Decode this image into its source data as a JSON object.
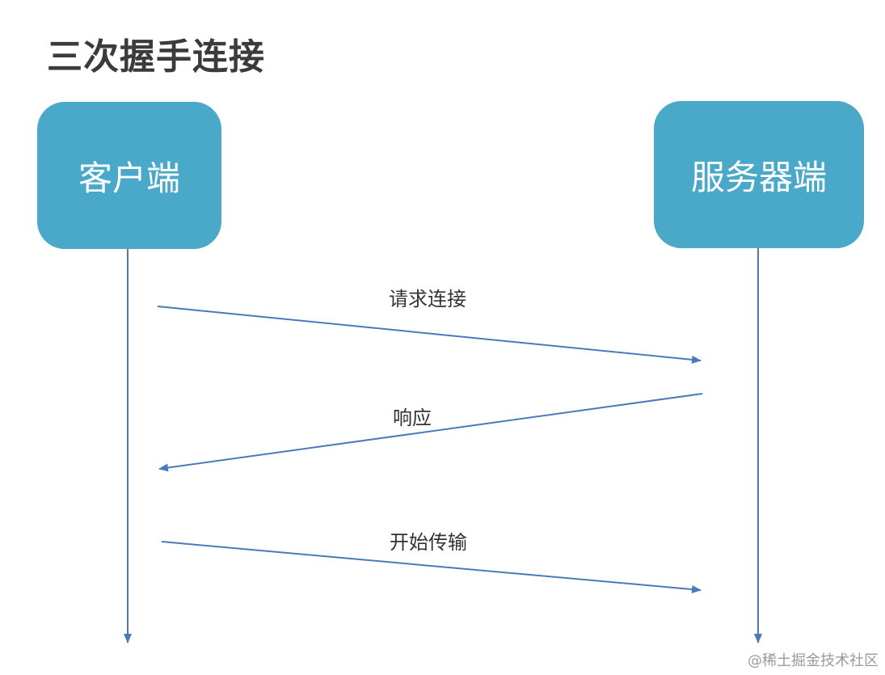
{
  "title": "三次握手连接",
  "actors": {
    "client": "客户端",
    "server": "服务器端"
  },
  "messages": [
    {
      "label": "请求连接",
      "from": "client",
      "to": "server"
    },
    {
      "label": "响应",
      "from": "server",
      "to": "client"
    },
    {
      "label": "开始传输",
      "from": "client",
      "to": "server"
    }
  ],
  "colors": {
    "actor_fill": "#4aa9c8",
    "line": "#4a7ab8",
    "title": "#3b3b3b"
  },
  "watermark": "@稀土掘金技术社区"
}
